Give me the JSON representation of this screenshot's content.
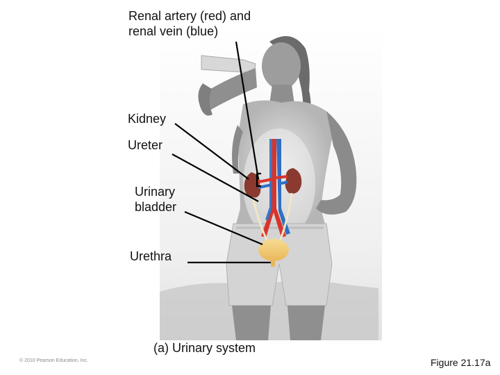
{
  "labels": {
    "renal_vessels": "Renal artery (red) and\nrenal vein (blue)",
    "kidney": "Kidney",
    "ureter": "Ureter",
    "urinary_bladder": "Urinary\nbladder",
    "urethra": "Urethra"
  },
  "caption": "(a) Urinary system",
  "copyright": "© 2010 Pearson Education, Inc.",
  "figure_number": "Figure 21.17a",
  "colors": {
    "artery": "#d9342b",
    "vein": "#2f6fc4",
    "kidney": "#8a3a2e",
    "bladder": "#f3c870",
    "skin": "#9c9c9c",
    "clothing": "#b8b8b8",
    "leader_line": "#000000"
  }
}
